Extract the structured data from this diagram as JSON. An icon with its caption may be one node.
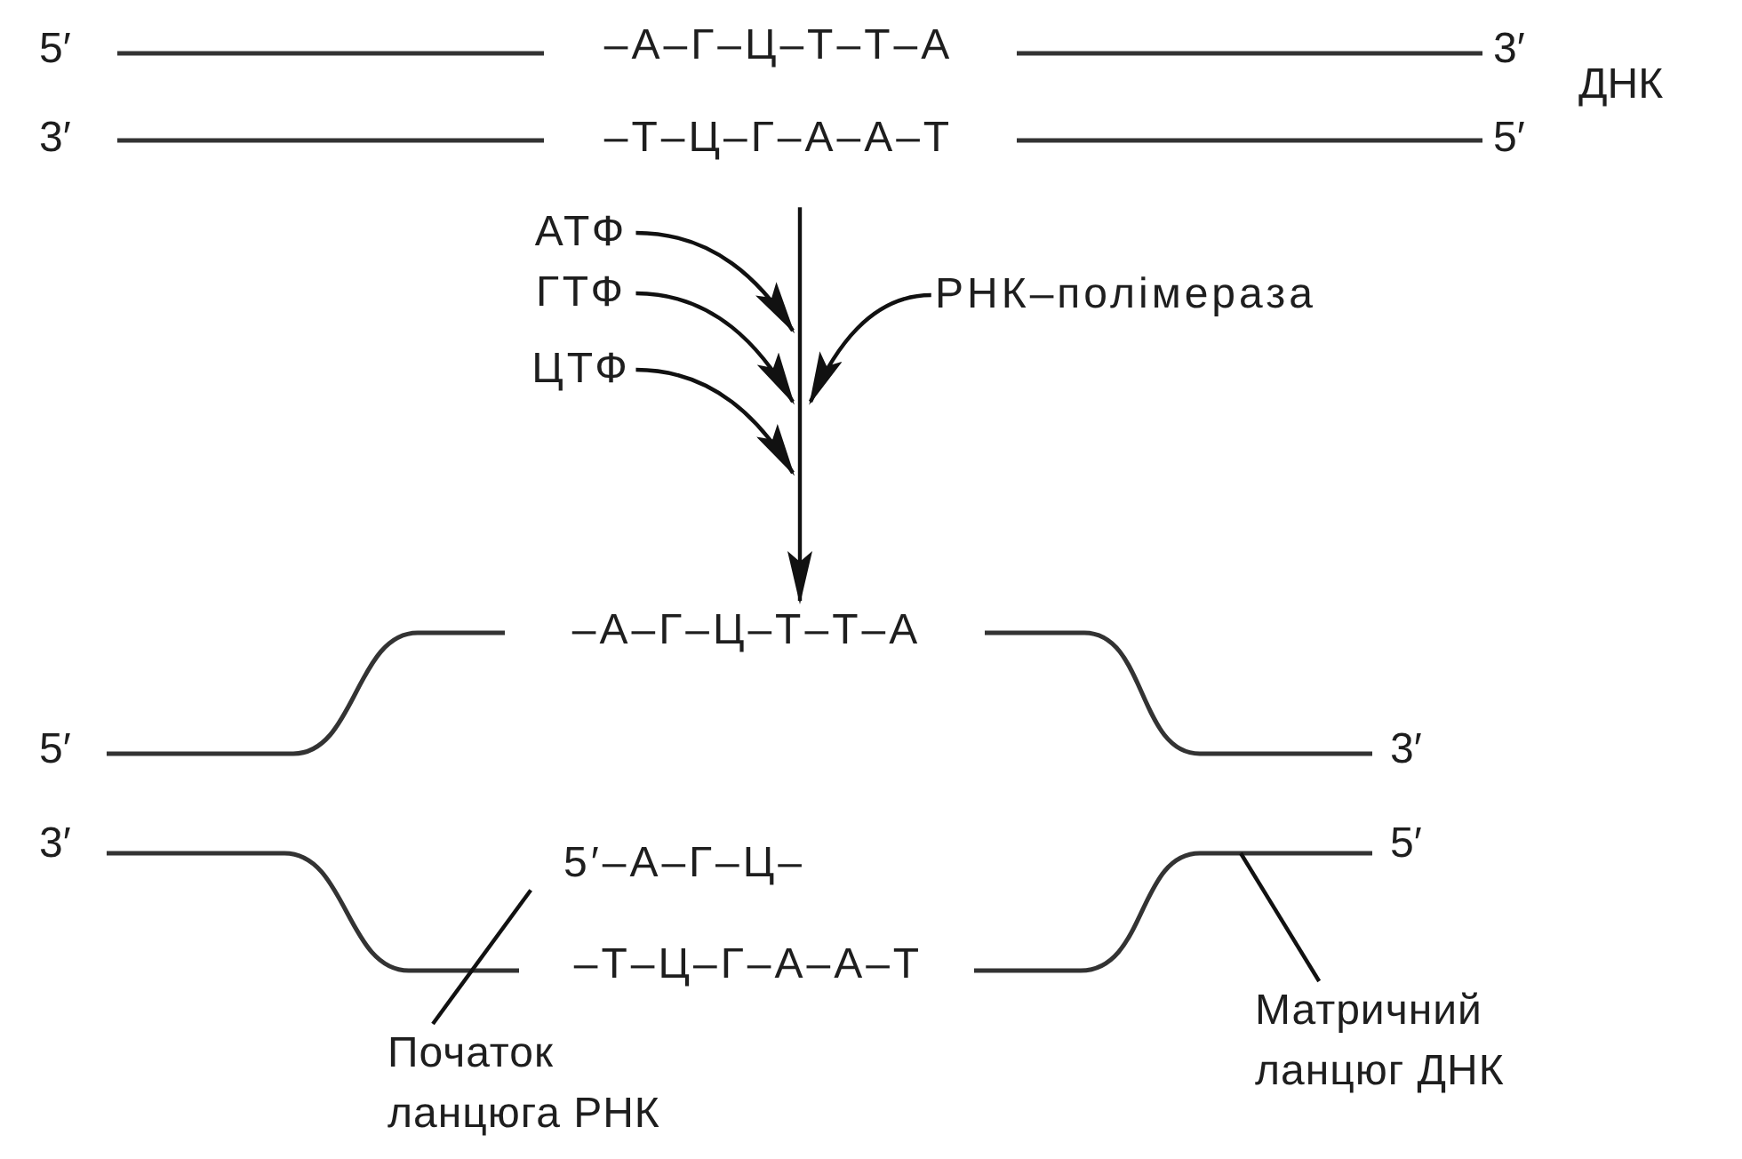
{
  "diagram": {
    "nodes": [
      {
        "text": [
          "–А–Г–Ц–Т–Т–А",
          "–Т–Ц–Г–А–А–Т"
        ]
      },
      {
        "text": [
          "АТФ"
        ]
      },
      {
        "text": [
          "ГТФ"
        ]
      },
      {
        "text": [
          "ЦТФ"
        ]
      },
      {
        "text": [
          "РНК–полімераза"
        ]
      },
      {
        "text": [
          "–А–Г–Ц–Т–Т–А"
        ]
      },
      {
        "text": [
          "5′–А–Г–Ц–"
        ]
      },
      {
        "text": [
          "Початок ланцюга РНК"
        ]
      },
      {
        "text": [
          "Матричний ланцюг ДНК"
        ]
      },
      {
        "text": [],
        "shape": "line"
      }
    ],
    "edges": [
      {
        "from": 0,
        "to": 5,
        "arrow": "to"
      },
      {
        "from": 1,
        "to": null,
        "arrow": "to"
      },
      {
        "from": 2,
        "to": null,
        "arrow": "to"
      },
      {
        "from": 3,
        "to": null,
        "arrow": "to"
      },
      {
        "from": 4,
        "to": null,
        "arrow": "to"
      },
      {
        "from": 7,
        "to": 6,
        "arrow": "none"
      },
      {
        "from": 8,
        "to": 9,
        "arrow": "none"
      }
    ],
    "labels": [
      "5′",
      "3′",
      "ДНК",
      "3′",
      "5′",
      "5′",
      "3′",
      "3′",
      "5′",
      "–Т–Ц–Г–А–А–Т"
    ]
  }
}
